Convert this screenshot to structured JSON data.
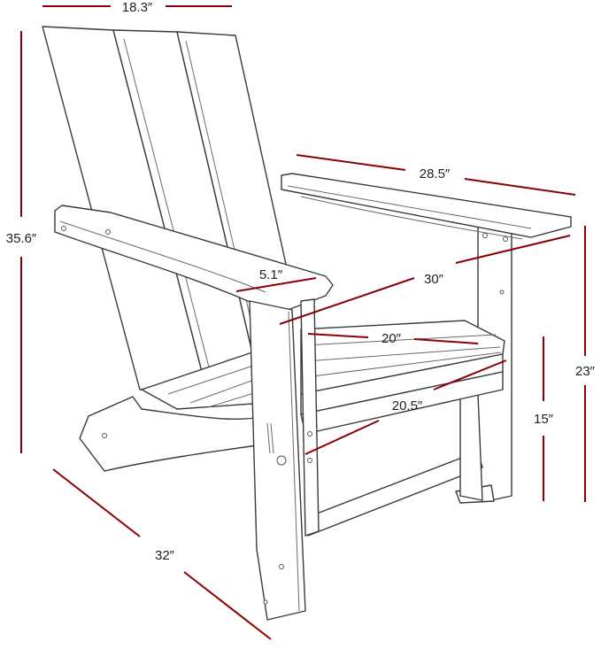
{
  "colors": {
    "dimension_line": "#8b0000",
    "outline": "#3a3a3a",
    "background": "#ffffff"
  },
  "dimensions": {
    "back_width": "18.3″",
    "total_height": "35.6″",
    "arm_length": "28.5″",
    "arm_width": "5.1″",
    "overall_width": "30″",
    "seat_depth": "20″",
    "seat_width": "20.5″",
    "seat_height": "15″",
    "arm_height": "23″",
    "overall_depth": "32″"
  }
}
